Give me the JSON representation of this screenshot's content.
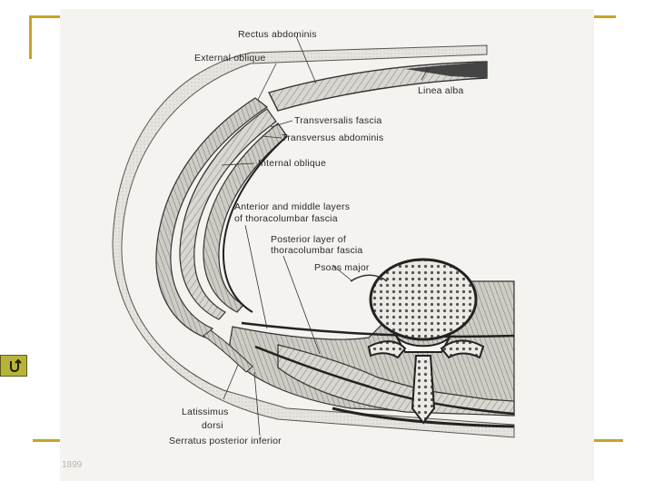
{
  "figure": {
    "labels": {
      "rectus_abdominis": "Rectus abdominis",
      "external_oblique": "External oblique",
      "linea_alba": "Linea alba",
      "transversalis_fascia": "Transversalis fascia",
      "transversus_abdominis": "Transversus abdominis",
      "internal_oblique": "Internal oblique",
      "anterior_middle_line1": "Anterior and middle layers",
      "anterior_middle_line2": "of thoracolumbar fascia",
      "posterior_line1": "Posterior layer of",
      "posterior_line2": "thoracolumbar fascia",
      "psoas_major": "Psoas major",
      "latissimus_line1": "Latissimus",
      "latissimus_line2": "dorsi",
      "serratus_posterior_inferior": "Serratus posterior inferior"
    },
    "ghost_text": [
      "1899"
    ]
  },
  "navigation": {
    "return_button_icon": "return-arrow-icon"
  },
  "colors": {
    "accent_frame": "#c9a227",
    "nav_button": "#b8b23a"
  }
}
